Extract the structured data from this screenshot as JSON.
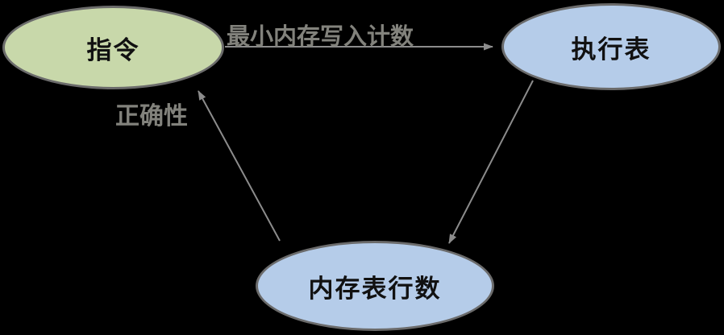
{
  "diagram": {
    "background_color": "#000000",
    "edge_color": "#8c8c8c",
    "edge_label_color": "#82827c",
    "node_border_color": "#6b6b6b",
    "node_text_color": "#111111",
    "nodes": [
      {
        "id": "instruction",
        "label": "指令",
        "shape": "ellipse",
        "fill": "#c8d8aa"
      },
      {
        "id": "execution-table",
        "label": "执行表",
        "shape": "ellipse",
        "fill": "#b5cce9"
      },
      {
        "id": "memory-table-row-count",
        "label": "内存表行数",
        "shape": "ellipse",
        "fill": "#b5cce9"
      }
    ],
    "edges": [
      {
        "from": "instruction",
        "to": "execution-table",
        "label": "最小内存写入计数"
      },
      {
        "from": "execution-table",
        "to": "memory-table-row-count",
        "label": ""
      },
      {
        "from": "memory-table-row-count",
        "to": "instruction",
        "label": "正确性"
      }
    ]
  }
}
